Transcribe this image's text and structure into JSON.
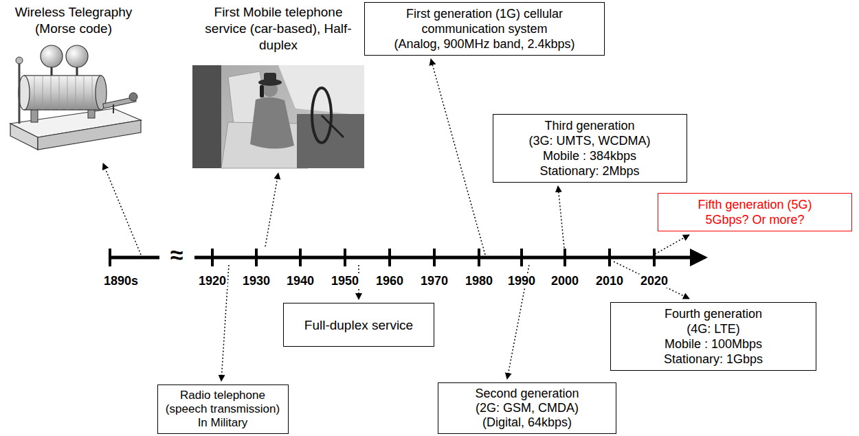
{
  "diagram": {
    "nodes": [
      {
        "text": [
          "Radio telephone",
          "(speech transmission)",
          "In Military"
        ]
      },
      {
        "text": [
          "Full-duplex service"
        ]
      },
      {
        "text": [
          "First generation (1G) cellular communication system",
          "(Analog, 900MHz band, 2.4kbps)"
        ]
      },
      {
        "text": [
          "Second generation",
          "(2G: GSM, CMDA)",
          "(Digital, 64kbps)"
        ]
      },
      {
        "text": [
          "Third generation",
          "(3G: UMTS, WCDMA)",
          "Mobile : 384kbps",
          "Stationary: 2Mbps"
        ]
      },
      {
        "text": [
          "Fourth generation",
          "(4G: LTE)",
          "Mobile : 100Mbps",
          "Stationary: 1Gbps"
        ]
      },
      {
        "text": [
          "Fifth generation (5G)",
          "5Gbps? Or more?"
        ]
      }
    ],
    "labels": [
      "Wireless Telegraphy (Morse code)",
      "First Mobile telephone service (car-based), Half-duplex",
      "1890s",
      "≈",
      "1920",
      "1930",
      "1940",
      "1950",
      "1960",
      "1970",
      "1980",
      "1990",
      "2000",
      "2010",
      "2020"
    ]
  }
}
